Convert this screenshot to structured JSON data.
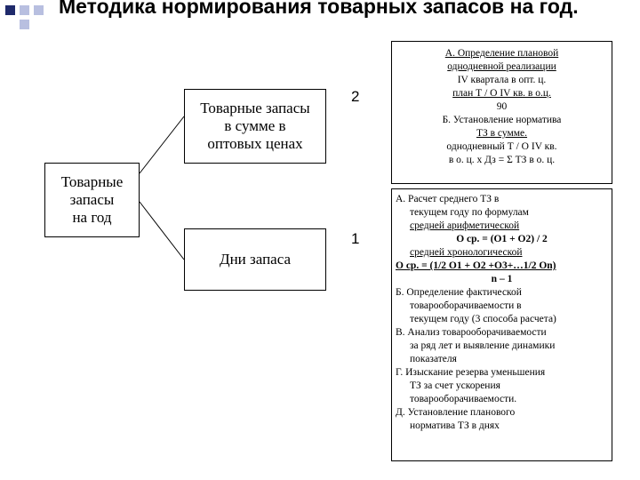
{
  "title": "Методика нормирования товарных запасов на год.",
  "left_box": [
    "Товарные",
    "запасы",
    "на год"
  ],
  "top_box": [
    "Товарные запасы",
    "в сумме в",
    "оптовых ценах"
  ],
  "bottom_box": "Дни запаса",
  "num_top": "2",
  "num_bottom": "1",
  "panel_top": [
    {
      "text": "А. Определение плановой",
      "u": true
    },
    {
      "text": "однодневной реализации",
      "u": true
    },
    {
      "text": "IV квартала в опт. ц.",
      "u": false
    },
    {
      "text": "план Т / О IV кв. в о.ц.",
      "u": true
    },
    {
      "text": "90",
      "u": false
    },
    {
      "text": "Б.  Установление норматива",
      "u": false
    },
    {
      "text": "ТЗ в сумме.",
      "u": true
    },
    {
      "text": "однодневный Т / О IV кв.",
      "u": false
    },
    {
      "text": "в о. ц. х Дз = Σ ТЗ в о. ц.",
      "u": false
    }
  ],
  "panel_bottom": [
    {
      "text": "А. Расчет среднего ТЗ в",
      "cls": ""
    },
    {
      "text": "текущем году по формулам",
      "cls": "ind"
    },
    {
      "text": "средней арифметической",
      "cls": "ind u"
    },
    {
      "text": "О ср. = (О1 + О2) / 2",
      "cls": "ctr b"
    },
    {
      "text": "средней хронологической",
      "cls": "ind u"
    },
    {
      "text": "О ср. = (1/2 О1 + О2 +О3+…1/2 Оn)",
      "cls": "b u"
    },
    {
      "text": "n – 1",
      "cls": "ctr b"
    },
    {
      "text": "Б. Определение фактической",
      "cls": ""
    },
    {
      "text": "товарооборачиваемости в",
      "cls": "ind"
    },
    {
      "text": "текущем году (3 способа расчета)",
      "cls": "ind"
    },
    {
      "text": "В. Анализ товарооборачиваемости",
      "cls": ""
    },
    {
      "text": "за ряд лет и выявление динамики",
      "cls": "ind"
    },
    {
      "text": "показателя",
      "cls": "ind"
    },
    {
      "text": "Г. Изыскание резерва уменьшения",
      "cls": ""
    },
    {
      "text": "ТЗ за счет ускорения",
      "cls": "ind"
    },
    {
      "text": "товарооборачиваемости.",
      "cls": "ind"
    },
    {
      "text": "Д. Установление планового",
      "cls": ""
    },
    {
      "text": "норматива ТЗ в днях",
      "cls": "ind"
    }
  ]
}
